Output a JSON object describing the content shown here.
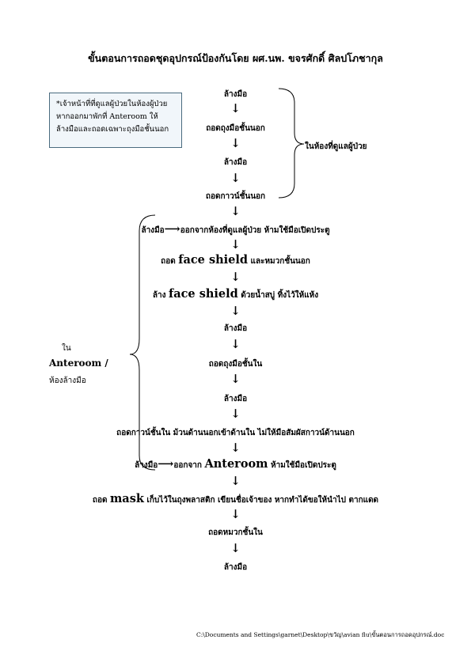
{
  "title": "ขั้นตอนการถอดชุดอุปกรณ์ป้องกันโดย ผศ.นพ. ขจรศักดิ์ ศิลปโภชากุล",
  "note": {
    "line1": "*เจ้าหน้าที่ที่ดูแลผู้ป่วยในห้องผู้ป่วย",
    "line2": "หากออกมาพักที่ Anteroom ให้",
    "line3": "ล้างมือและถอดเฉพาะถุงมือชั้นนอก"
  },
  "arrow_symbol": "↓",
  "inline_arrow": "⟶",
  "patient_room_label": "ในห้องที่ดูแลผู้ป่วย",
  "anteroom_label": {
    "line1": "ใน",
    "line2": "Anteroom /",
    "line3": "ห้องล้างมือ"
  },
  "steps": {
    "s1": "ล้างมือ",
    "s2": "ถอดถุงมือชั้นนอก",
    "s3": "ล้างมือ",
    "s4": "ถอดกาวน์ชั้นนอก",
    "s5_a": "ล้างมือ",
    "s5_b": "ออกจากห้องที่ดูแลผู้ป่วย ห้ามใช้มือเปิดประตู",
    "s6_a": "ถอด",
    "s6_b": "face shield",
    "s6_c": "และหมวกชั้นนอก",
    "s7_a": "ล้าง",
    "s7_b": "face shield",
    "s7_c": "ด้วยน้ำสบู่ ทิ้งไว้ให้แห้ง",
    "s8": "ล้างมือ",
    "s9": "ถอดถุงมือชั้นใน",
    "s10": "ล้างมือ",
    "s11": "ถอดกาวน์ชั้นใน ม้วนด้านนอกเข้าด้านใน ไม่ให้มือสัมผัสกาวน์ด้านนอก",
    "s12_a": "ล้างมือ",
    "s12_b": "ออกจาก",
    "s12_c": "Anteroom",
    "s12_d": "ห้ามใช้มือเปิดประตู",
    "s13_a": "ถอด",
    "s13_b": "mask",
    "s13_c": "เก็บไว้ในถุงพลาสติก เขียนชื่อเจ้าของ หากทำได้ขอให้นำไป ตากแดด",
    "s14": "ถอดหมวกชั้นใน",
    "s15": "ล้างมือ"
  },
  "footer_path": "C:\\Documents and Settings\\garnet\\Desktop\\ขวัญ\\avian flu\\ขั้นตอนการถอดอุปกรณ์.doc"
}
